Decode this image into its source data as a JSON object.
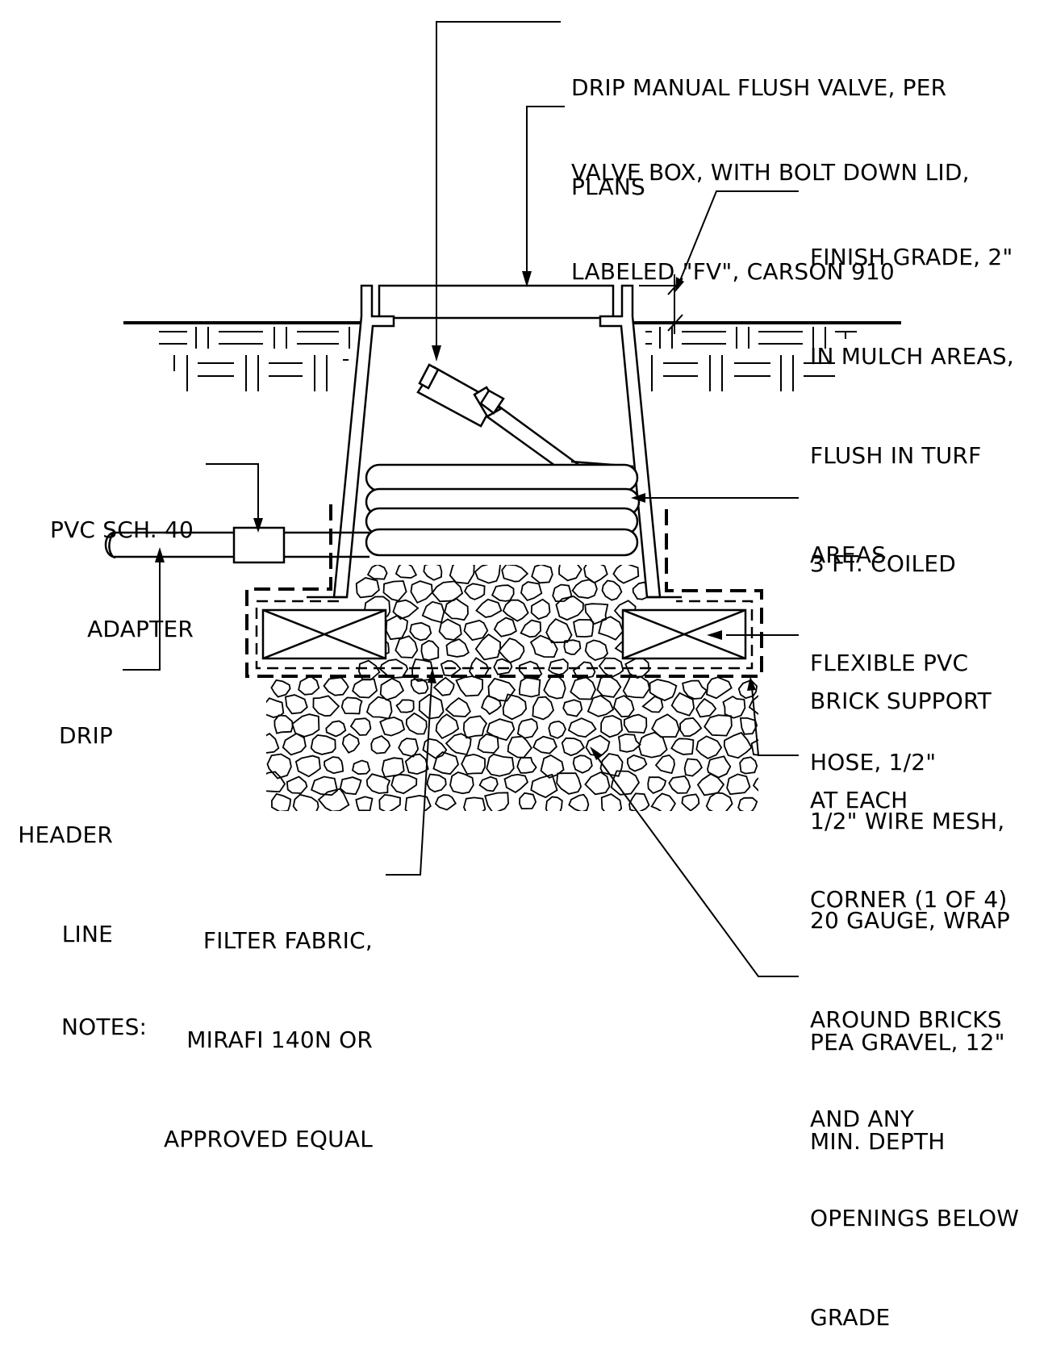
{
  "callouts": {
    "flush_valve": [
      "DRIP MANUAL FLUSH VALVE, PER",
      "PLANS"
    ],
    "valve_box": [
      "VALVE BOX, WITH BOLT DOWN LID,",
      "LABELED \"FV\", CARSON 910"
    ],
    "finish_grade": [
      "FINISH GRADE, 2\"",
      "IN MULCH AREAS,",
      "FLUSH IN TURF",
      "AREAS"
    ],
    "pvc_adapter": [
      "PVC SCH. 40",
      "ADAPTER"
    ],
    "coiled_hose": [
      "3 FT. COILED",
      "FLEXIBLE PVC",
      "HOSE, 1/2\""
    ],
    "brick_support": [
      "BRICK SUPPORT",
      "AT EACH",
      "CORNER (1 OF 4)"
    ],
    "drip_header": [
      "DRIP",
      "HEADER",
      "LINE"
    ],
    "wire_mesh": [
      "1/2\" WIRE MESH,",
      "20 GAUGE, WRAP",
      "AROUND BRICKS",
      "AND ANY",
      "OPENINGS BELOW",
      "GRADE"
    ],
    "filter_fabric": [
      "FILTER FABRIC,",
      "MIRAFI 140N OR",
      "APPROVED EQUAL"
    ],
    "pea_gravel": [
      "PEA GRAVEL, 12\"",
      "MIN. DEPTH"
    ]
  },
  "notes_heading": "NOTES:"
}
